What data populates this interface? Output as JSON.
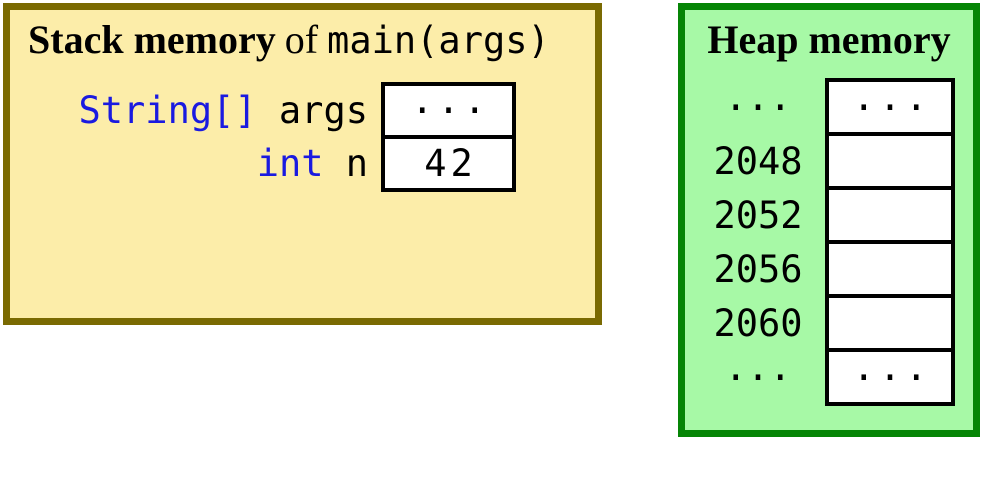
{
  "stack": {
    "title_bold": "Stack memory",
    "title_connector": "of",
    "title_code": "main(args)",
    "colors": {
      "background": "#fceda9",
      "border": "#7a6a02"
    },
    "rows": [
      {
        "type": "String[]",
        "name": "args",
        "value": "···"
      },
      {
        "type": "int",
        "name": "n",
        "value": "42"
      }
    ]
  },
  "heap": {
    "title": "Heap memory",
    "colors": {
      "background": "#a7f9a6",
      "border": "#068506"
    },
    "rows": [
      {
        "address": "···",
        "value": "···"
      },
      {
        "address": "2048",
        "value": ""
      },
      {
        "address": "2052",
        "value": ""
      },
      {
        "address": "2056",
        "value": ""
      },
      {
        "address": "2060",
        "value": ""
      },
      {
        "address": "···",
        "value": "···"
      }
    ]
  },
  "colors": {
    "type_keyword": "#1a1ae0",
    "cell_border": "#000000",
    "cell_background": "#ffffff",
    "text": "#000000"
  }
}
